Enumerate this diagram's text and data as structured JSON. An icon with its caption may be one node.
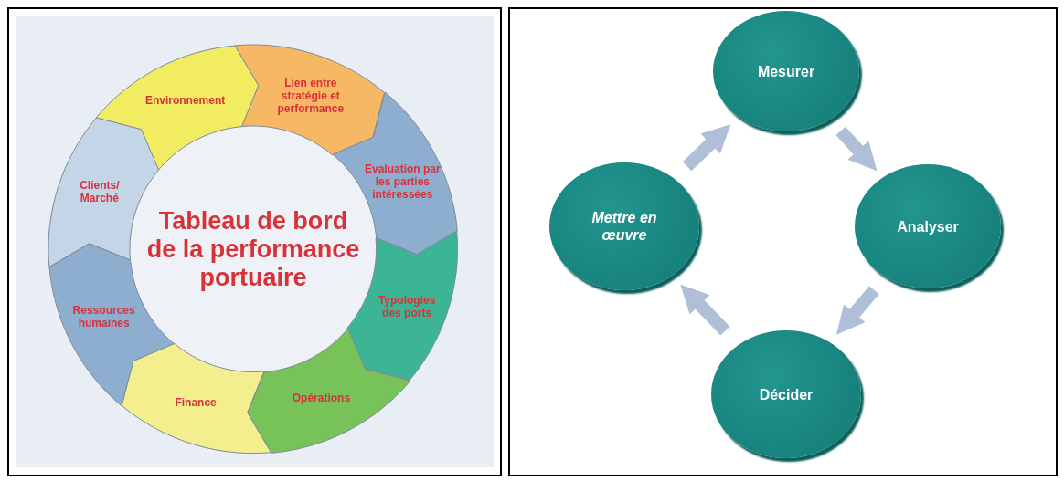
{
  "diagram": {
    "nodes": [
      {
        "text": [
          "Tableau de bord de la performance portuaire"
        ]
      },
      {
        "text": [
          "Environnement"
        ]
      },
      {
        "text": [
          "Lien entre stratégie et performance"
        ]
      },
      {
        "text": [
          "Evaluation par les parties intéressées"
        ]
      },
      {
        "text": [
          "Typologies des ports"
        ]
      },
      {
        "text": [
          "Opérations"
        ]
      },
      {
        "text": [
          "Finance"
        ]
      },
      {
        "text": [
          "Ressources humaines"
        ]
      },
      {
        "text": [
          "Clients/ Marché"
        ]
      },
      {
        "text": [
          "Mesurer"
        ]
      },
      {
        "text": [
          "Analyser"
        ]
      },
      {
        "text": [
          "Décider"
        ]
      },
      {
        "text": [
          "Mettre en œuvre"
        ]
      }
    ],
    "edges": [
      {
        "from": 9,
        "to": 10,
        "arrow": "to"
      },
      {
        "from": 10,
        "to": 11,
        "arrow": "to"
      },
      {
        "from": 11,
        "to": 12,
        "arrow": "to"
      },
      {
        "from": 12,
        "to": 9,
        "arrow": "to"
      }
    ]
  }
}
